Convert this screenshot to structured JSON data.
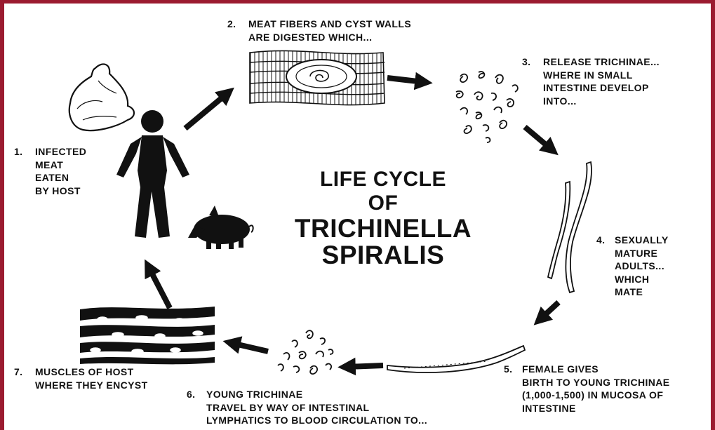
{
  "title": {
    "line1": "LIFE CYCLE",
    "line2": "OF",
    "line3": "TRICHINELLA",
    "line4": "SPIRALIS"
  },
  "steps": [
    {
      "number": "1.",
      "text": "INFECTED\nMEAT\nEATEN\nBY HOST"
    },
    {
      "number": "2.",
      "text": "MEAT FIBERS AND CYST WALLS\nARE DIGESTED WHICH..."
    },
    {
      "number": "3.",
      "text": "RELEASE TRICHINAE...\nWHERE IN SMALL\nINTESTINE DEVELOP\nINTO..."
    },
    {
      "number": "4.",
      "text": "SEXUALLY\nMATURE\nADULTS...\nWHICH\nMATE"
    },
    {
      "number": "5.",
      "text": "FEMALE GIVES\nBIRTH TO YOUNG TRICHINAE\n(1,000-1,500) IN MUCOSA OF\nINTESTINE"
    },
    {
      "number": "6.",
      "text": "YOUNG TRICHINAE\nTRAVEL BY WAY OF INTESTINAL\nLYMPHATICS TO BLOOD CIRCULATION TO..."
    },
    {
      "number": "7.",
      "text": "MUSCLES OF HOST\nWHERE THEY ENCYST"
    }
  ],
  "colors": {
    "frame": "#9b1b30",
    "ink": "#111111"
  },
  "icons": [
    "meat-icon",
    "human-host-icon",
    "pig-icon",
    "muscle-cyst-icon",
    "larvae-cluster-icon",
    "adult-worms-icon",
    "female-worm-icon",
    "muscle-tissue-icon",
    "young-larvae-icon"
  ]
}
